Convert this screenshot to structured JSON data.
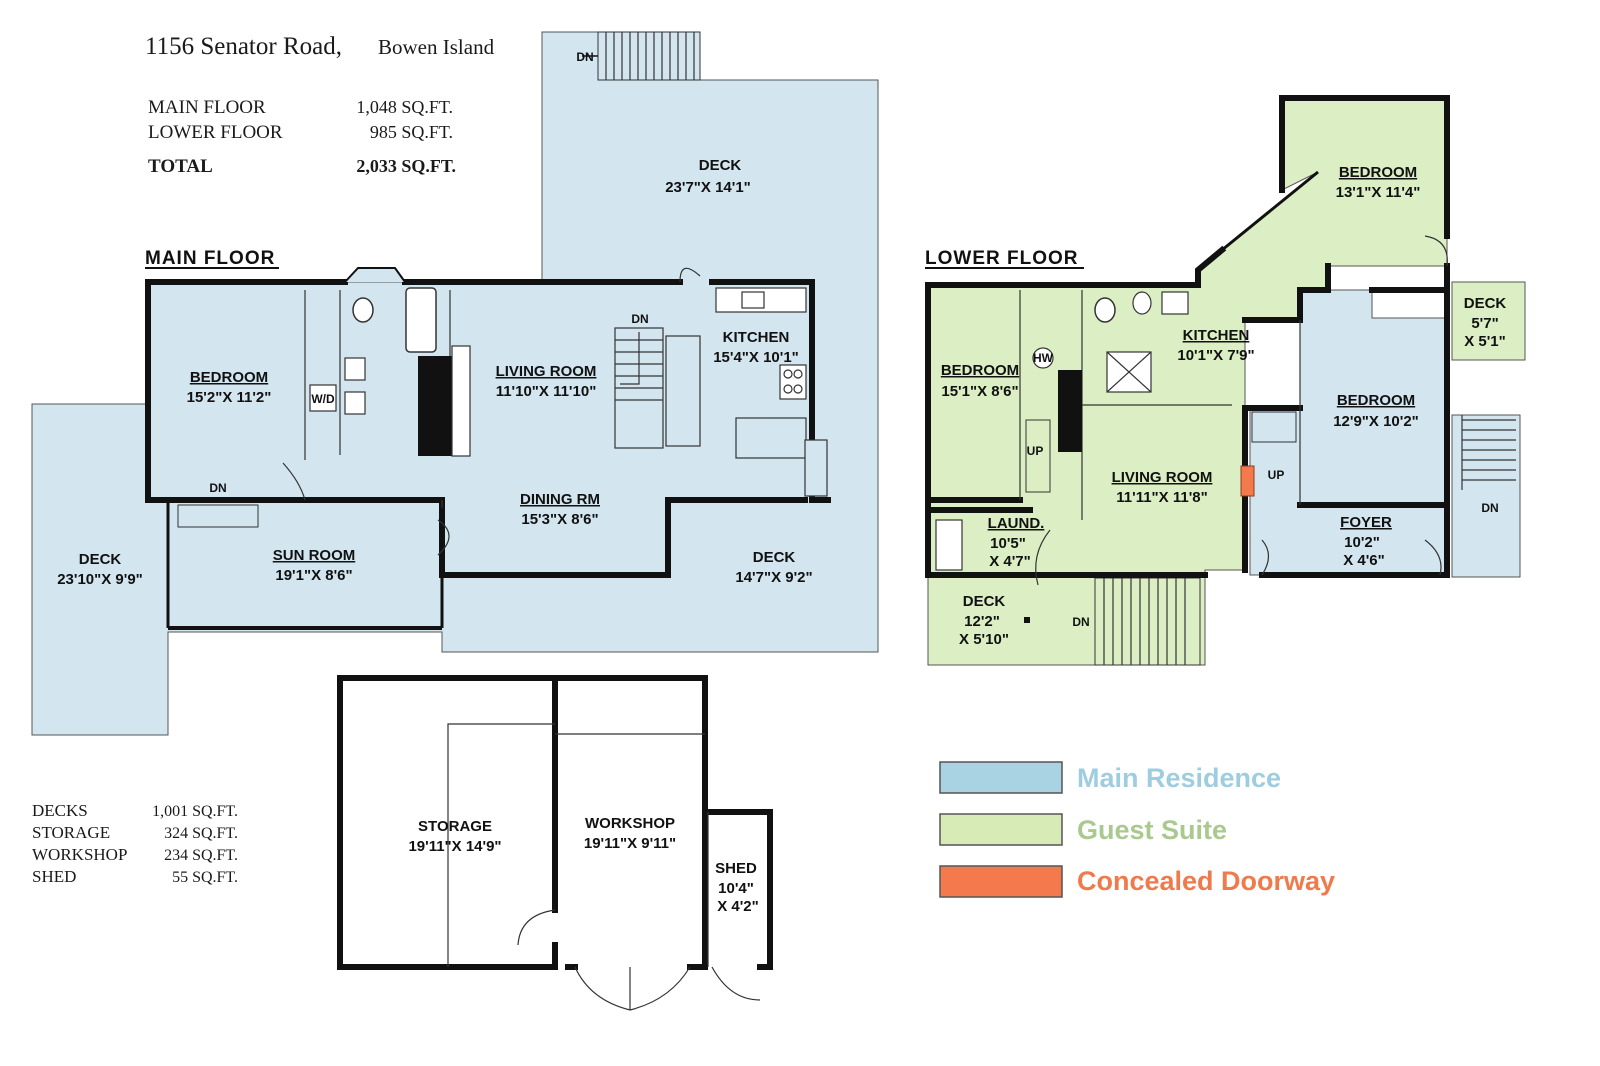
{
  "header": {
    "address": "1156 Senator Road,",
    "locality": "Bowen Island",
    "areas": [
      {
        "label": "MAIN FLOOR",
        "value": "1,048 SQ.FT."
      },
      {
        "label": "LOWER FLOOR",
        "value": "985 SQ.FT."
      }
    ],
    "total": {
      "label": "TOTAL",
      "value": "2,033 SQ.FT."
    }
  },
  "extra_areas": [
    {
      "label": "DECKS",
      "value": "1,001 SQ.FT."
    },
    {
      "label": "STORAGE",
      "value": "324 SQ.FT."
    },
    {
      "label": "WORKSHOP",
      "value": "234 SQ.FT."
    },
    {
      "label": "SHED",
      "value": "55 SQ.FT."
    }
  ],
  "main_floor": {
    "title": "MAIN FLOOR",
    "rooms": {
      "deck_top": {
        "name": "DECK",
        "dim": "23'7\"X 14'1\""
      },
      "bedroom": {
        "name": "BEDROOM",
        "dim": "15'2\"X 11'2\""
      },
      "living": {
        "name": "LIVING ROOM",
        "dim": "11'10\"X 11'10\""
      },
      "kitchen": {
        "name": "KITCHEN",
        "dim": "15'4\"X 10'1\""
      },
      "dining": {
        "name": "DINING RM",
        "dim": "15'3\"X 8'6\""
      },
      "sunroom": {
        "name": "SUN ROOM",
        "dim": "19'1\"X 8'6\""
      },
      "deck_left": {
        "name": "DECK",
        "dim": "23'10\"X 9'9\""
      },
      "deck_right": {
        "name": "DECK",
        "dim": "14'7\"X 9'2\""
      }
    },
    "marks": {
      "dn_top": "DN",
      "dn_stair": "DN",
      "dn_sun": "DN",
      "wd": "W/D"
    }
  },
  "lower_floor": {
    "title": "LOWER FLOOR",
    "rooms": {
      "bedroom_ne": {
        "name": "BEDROOM",
        "dim": "13'1\"X 11'4\""
      },
      "deck_e": {
        "name": "DECK",
        "dim1": "5'7\"",
        "dim2": "X 5'1\""
      },
      "kitchen": {
        "name": "KITCHEN",
        "dim": "10'1\"X 7'9\""
      },
      "bedroom_w": {
        "name": "BEDROOM",
        "dim": "15'1\"X 8'6\""
      },
      "bedroom_e": {
        "name": "BEDROOM",
        "dim": "12'9\"X 10'2\""
      },
      "living": {
        "name": "LIVING ROOM",
        "dim": "11'11\"X 11'8\""
      },
      "laundry": {
        "name": "LAUND.",
        "dim1": "10'5\"",
        "dim2": "X 4'7\""
      },
      "foyer": {
        "name": "FOYER",
        "dim1": "10'2\"",
        "dim2": "X 4'6\""
      },
      "deck_s": {
        "name": "DECK",
        "dim1": "12'2\"",
        "dim2": "X 5'10\""
      }
    },
    "marks": {
      "hw": "HW",
      "up_w": "UP",
      "up_e": "UP",
      "dn_s": "DN",
      "dn_e": "DN"
    }
  },
  "outbuilding": {
    "storage": {
      "name": "STORAGE",
      "dim": "19'11\"X 14'9\""
    },
    "workshop": {
      "name": "WORKSHOP",
      "dim": "19'11\"X 9'11\""
    },
    "shed": {
      "name": "SHED",
      "dim1": "10'4\"",
      "dim2": "X 4'2\""
    }
  },
  "legend": [
    {
      "label": "Main Residence",
      "color": "#a9d2e3",
      "text_color": "#9fcde0"
    },
    {
      "label": "Guest Suite",
      "color": "#d6ebb5",
      "text_color": "#a9c98e"
    },
    {
      "label": "Concealed Doorway",
      "color": "#f47a4e",
      "text_color": "#ef7a4c"
    }
  ]
}
